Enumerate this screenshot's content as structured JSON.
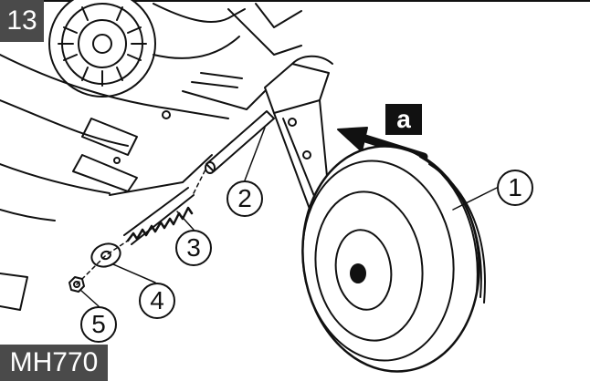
{
  "figure": {
    "number": "13",
    "model": "MH770"
  },
  "arrow_label": "a",
  "callouts": [
    "1",
    "2",
    "3",
    "4",
    "5"
  ]
}
